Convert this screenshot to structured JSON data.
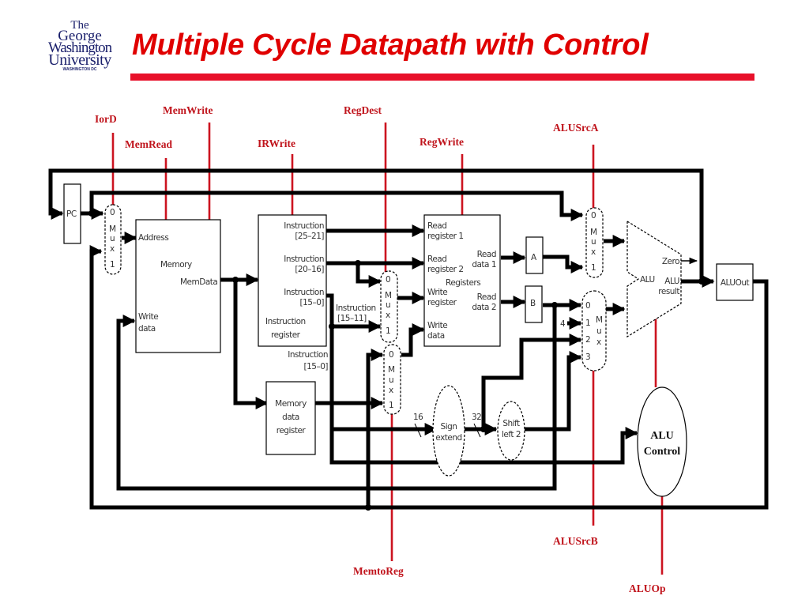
{
  "header": {
    "logo_lines": [
      "The",
      "George",
      "Washington",
      "University",
      "WASHINGTON DC"
    ],
    "title": "Multiple Cycle Datapath with Control",
    "title_color": "#e00000",
    "rule_color": "#e8102a"
  },
  "control_signals": {
    "iord": "IorD",
    "memread": "MemRead",
    "memwrite": "MemWrite",
    "irwrite": "IRWrite",
    "regdest": "RegDest",
    "regwrite": "RegWrite",
    "alusrca": "ALUSrcA",
    "alusrcb": "ALUSrcB",
    "memtoreg": "MemtoReg",
    "aluop": "ALUOp",
    "color": "#c0141c"
  },
  "components": {
    "pc": "PC",
    "memory": {
      "title": "Memory",
      "address": "Address",
      "memdata": "MemData",
      "write_data": [
        "Write",
        "data"
      ]
    },
    "ir": {
      "f1": [
        "Instruction",
        "[25–21]"
      ],
      "f2": [
        "Instruction",
        "[20–16]"
      ],
      "f3": [
        "Instruction",
        "[15–0]"
      ],
      "name": [
        "Instruction",
        "register"
      ],
      "out_15_11": [
        "Instruction",
        "[15–11]"
      ],
      "out_15_0": [
        "Instruction",
        "[15–0]"
      ]
    },
    "mdr": [
      "Memory",
      "data",
      "register"
    ],
    "registers": {
      "title": "Registers",
      "rr1": [
        "Read",
        "register 1"
      ],
      "rr2": [
        "Read",
        "register 2"
      ],
      "wr": [
        "Write",
        "register"
      ],
      "wd": [
        "Write",
        "data"
      ],
      "rd1": [
        "Read",
        "data 1"
      ],
      "rd2": [
        "Read",
        "data 2"
      ]
    },
    "a": "A",
    "b": "B",
    "mux2": [
      "0",
      "M",
      "u",
      "x",
      "1"
    ],
    "mux4": {
      "inputs": [
        "0",
        "1",
        "2",
        "3"
      ],
      "letters": [
        "M",
        "u",
        "x"
      ],
      "const_input": "4"
    },
    "sign_extend": [
      "Sign",
      "extend"
    ],
    "shift_left": [
      "Shift",
      "left 2"
    ],
    "bus_in": "16",
    "bus_out": "32",
    "alu": {
      "name": "ALU",
      "zero": "Zero",
      "result": [
        "ALU",
        "result"
      ]
    },
    "aluout": "ALUOut",
    "alu_control": [
      "ALU",
      "Control"
    ]
  }
}
